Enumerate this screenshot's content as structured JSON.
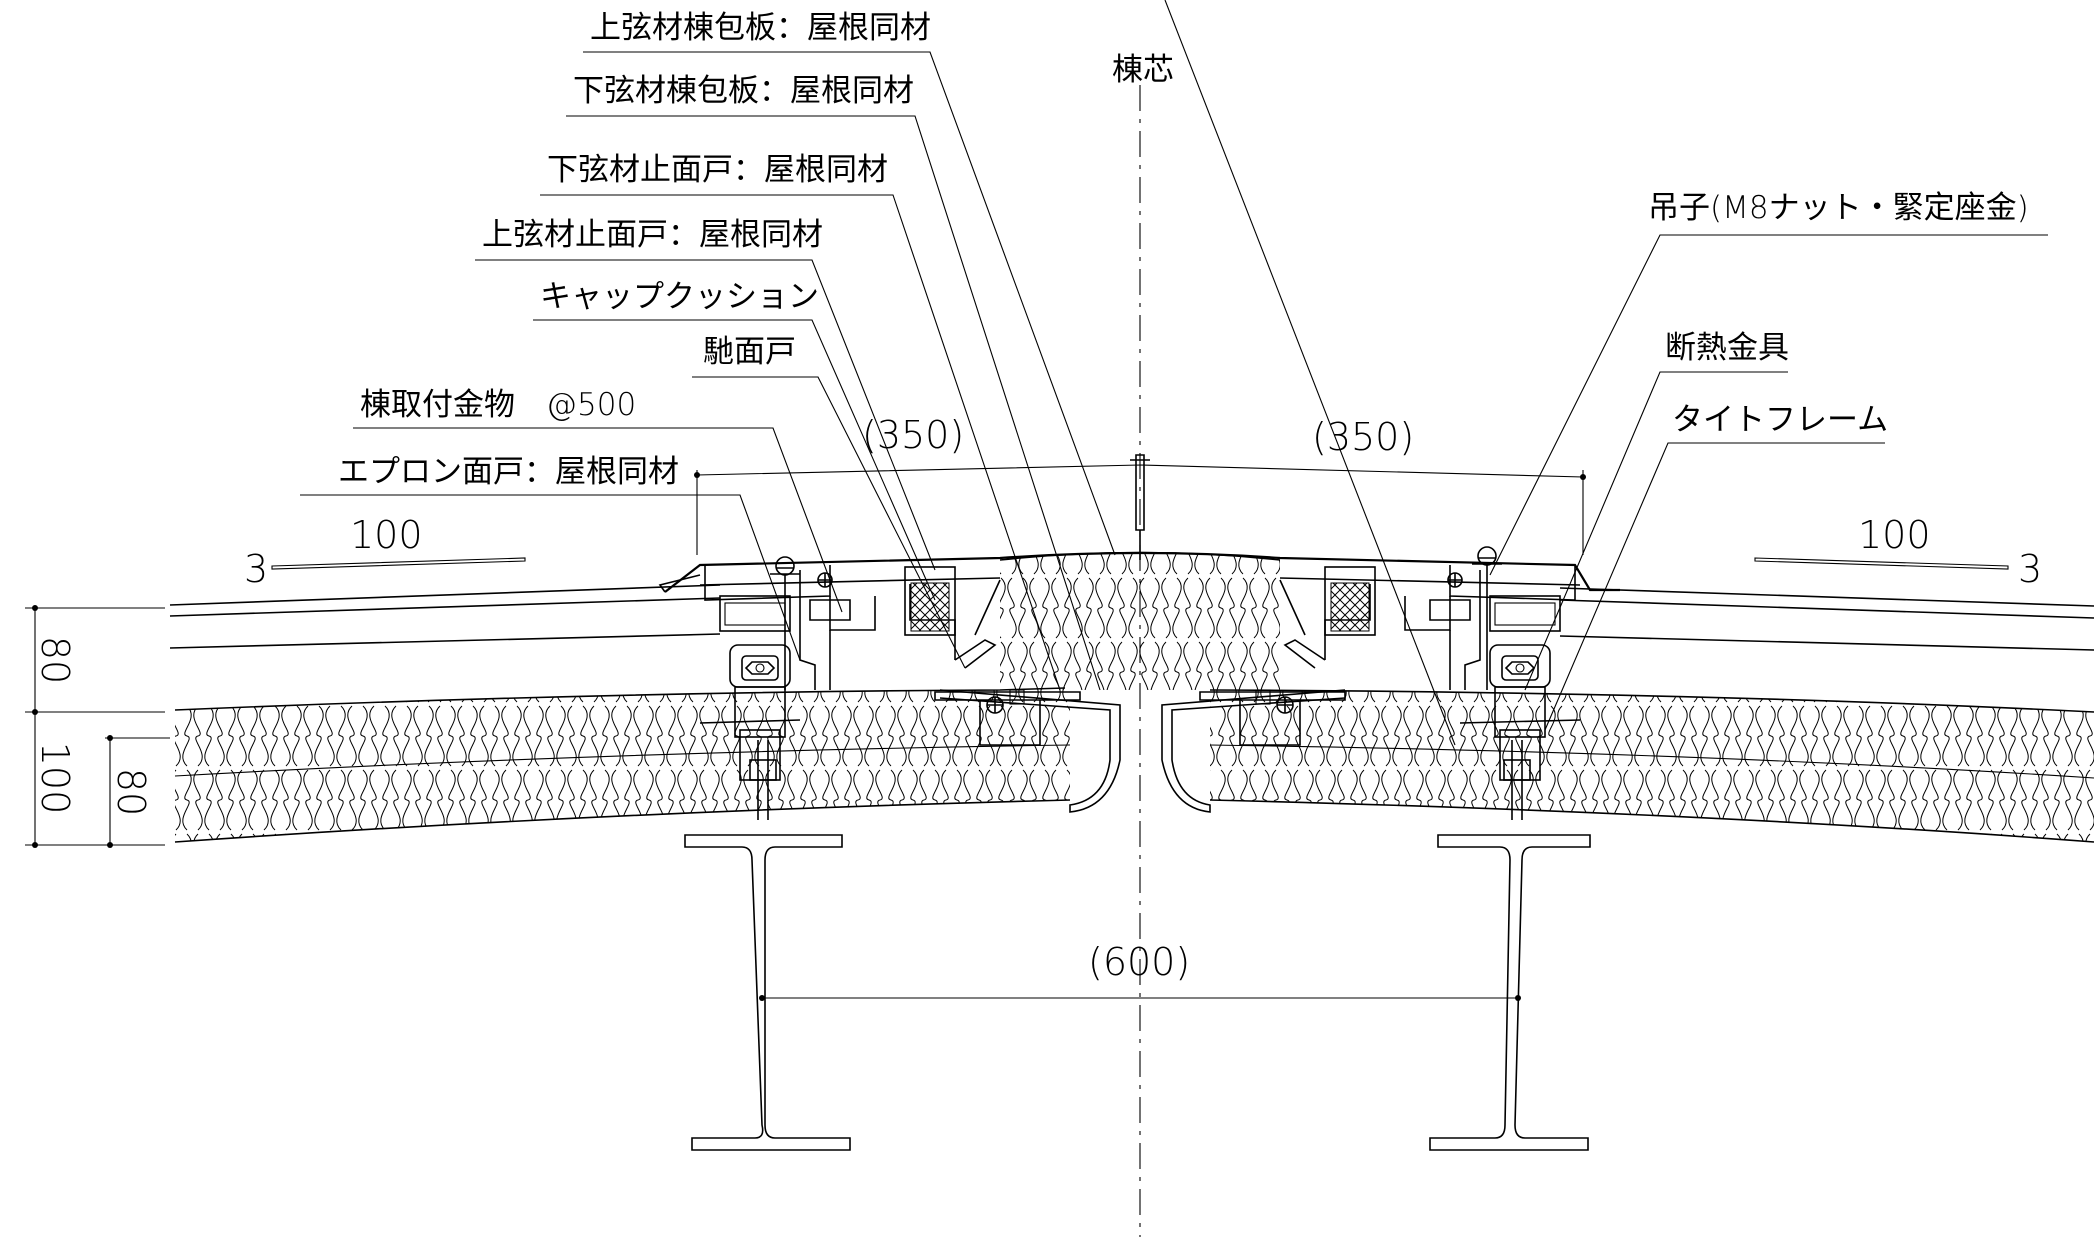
{
  "labels": {
    "upper_ridge_cover": "上弦材棟包板：屋根同材",
    "lower_ridge_cover": "下弦材棟包板：屋根同材",
    "lower_stop_closure": "下弦材止面戸：屋根同材",
    "upper_stop_closure": "上弦材止面戸：屋根同材",
    "cap_cushion": "キャップクッション",
    "flat_closure": "馳面戸",
    "ridge_bracket": "棟取付金物　@500",
    "apron_closure": "エプロン面戸：屋根同材",
    "ridge_center": "棟芯",
    "hanger": "吊子(M8ナット・緊定座金)",
    "insulation_bracket": "断熱金具",
    "tight_frame": "タイトフレーム"
  },
  "dimensions": {
    "left_span": "(350)",
    "right_span": "(350)",
    "purlin_span": "(600)",
    "left_slope_run": "100",
    "left_slope_rise": "3",
    "right_slope_run": "100",
    "right_slope_rise": "3",
    "upper_depth": "80",
    "lower_depth": "100",
    "inner_depth": "80"
  }
}
